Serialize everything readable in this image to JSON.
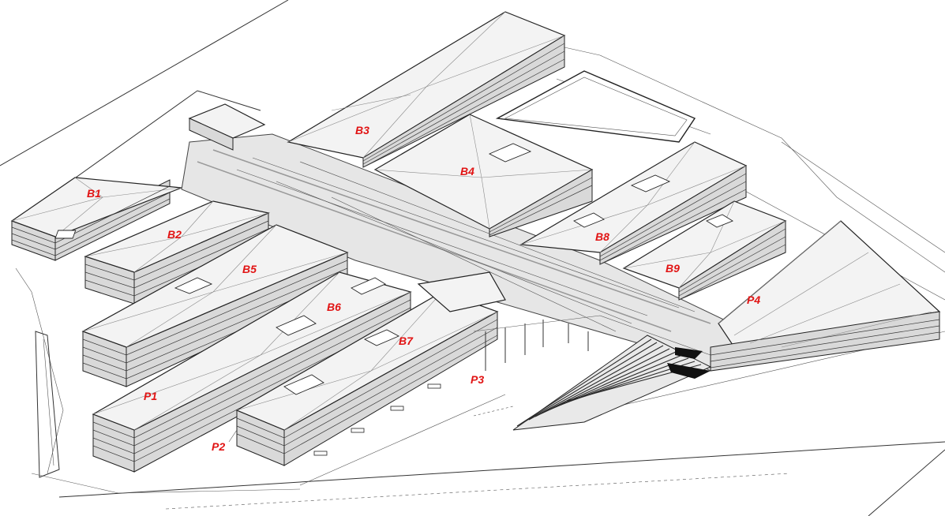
{
  "labels": {
    "B1": "B1",
    "B2": "B2",
    "B3": "B3",
    "B4": "B4",
    "B5": "B5",
    "B6": "B6",
    "B7": "B7",
    "B8": "B8",
    "B9": "B9",
    "P1": "P1",
    "P2": "P2",
    "P3": "P3",
    "P4": "P4"
  },
  "colors": {
    "label": "#e11414",
    "line": "#222222",
    "roof": "#f3f3f3",
    "facade": "#d9d9d9",
    "background": "#ffffff"
  }
}
